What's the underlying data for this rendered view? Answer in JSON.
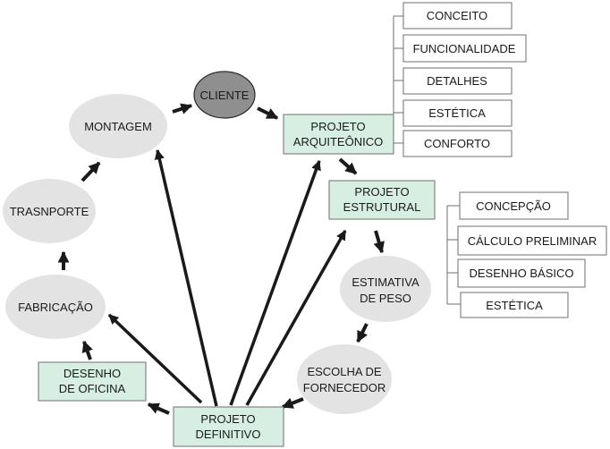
{
  "colors": {
    "ellipse_fill": "#e3e3e3",
    "client_fill": "#8f8f8f",
    "green_fill": "#d7eee3",
    "box_border": "#6f6f6f",
    "arrow": "#1a1a1a"
  },
  "nodes": {
    "cliente": [
      "CLIENTE"
    ],
    "projeto_arquitetonico": [
      "PROJETO",
      "ARQUITEÔNICO"
    ],
    "projeto_estrutural": [
      "PROJETO",
      "ESTRUTURAL"
    ],
    "estimativa_peso": [
      "ESTIMATIVA",
      "DE PESO"
    ],
    "escolha_fornecedor": [
      "ESCOLHA DE",
      "FORNECEDOR"
    ],
    "projeto_definitivo": [
      "PROJETO",
      "DEFINITIVO"
    ],
    "desenho_oficina": [
      "DESENHO",
      "DE OFICINA"
    ],
    "fabricacao": [
      "FABRICAÇÃO"
    ],
    "transporte": [
      "TRASNPORTE"
    ],
    "montagem": [
      "MONTAGEM"
    ]
  },
  "architectural_aspects": [
    "CONCEITO",
    "FUNCIONALIDADE",
    "DETALHES",
    "ESTÉTICA",
    "CONFORTO"
  ],
  "structural_aspects": [
    "CONCEPÇÃO",
    "CÁLCULO PRELIMINAR",
    "DESENHO BÁSICO",
    "ESTÉTICA"
  ]
}
